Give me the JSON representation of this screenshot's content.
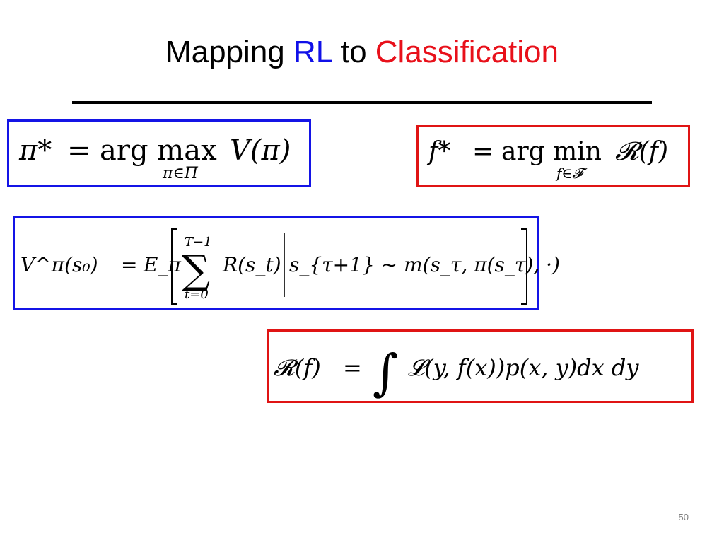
{
  "slide": {
    "title": {
      "part1": "Mapping ",
      "part2": "RL",
      "part3": " to ",
      "part4": "Classification"
    },
    "page_number": "50"
  },
  "colors": {
    "blue": "#1414e6",
    "red": "#e01414",
    "title_blue": "#1010e8",
    "title_red": "#e8101a"
  },
  "equations": {
    "optimal_policy": {
      "lhs": "π*",
      "eq": "=",
      "op": "arg max",
      "subscript": "π∈Π",
      "rhs": "V(π)"
    },
    "optimal_classifier": {
      "lhs": "f*",
      "eq": "=",
      "op": "arg min",
      "subscript": "f∈𝓕",
      "rhs": "𝓡(f)"
    },
    "value_function": {
      "lhs": "V^π(s₀)",
      "eq": "=",
      "expectation": "E_π",
      "sum_upper": "T−1",
      "sum_lower": "t=0",
      "summand": "R(s_t)",
      "condition": "s_{τ+1} ∼ m(s_τ, π(s_τ), ·)"
    },
    "risk": {
      "lhs": "𝓡(f)",
      "eq": "=",
      "integrand": "𝓛(y, f(x))p(x, y)dx dy"
    }
  }
}
